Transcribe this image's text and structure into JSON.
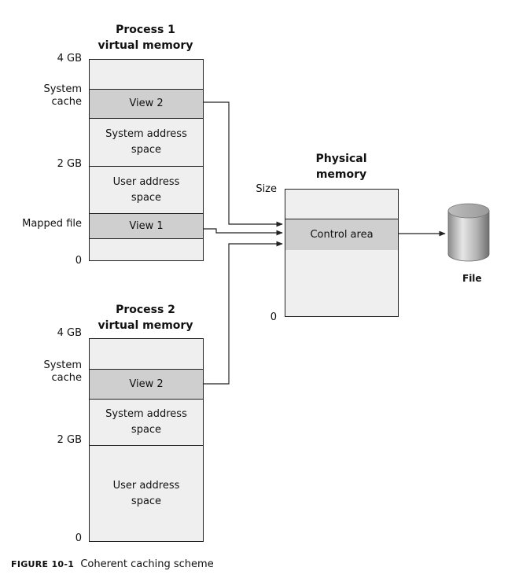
{
  "process1": {
    "title_line1": "Process 1",
    "title_line2": "virtual memory",
    "labels": {
      "gb4": "4 GB",
      "system_line1": "System",
      "system_line2": "cache",
      "gb2": "2 GB",
      "mapped_file": "Mapped file",
      "zero": "0"
    },
    "cells": {
      "top": "",
      "view2": "View 2",
      "sys_line1": "System address",
      "sys_line2": "space",
      "user_line1": "User address",
      "user_line2": "space",
      "view1": "View 1",
      "bottom": ""
    }
  },
  "process2": {
    "title_line1": "Process 2",
    "title_line2": "virtual memory",
    "labels": {
      "gb4": "4 GB",
      "system_line1": "System",
      "system_line2": "cache",
      "gb2": "2 GB",
      "zero": "0"
    },
    "cells": {
      "view2": "View 2",
      "sys_line1": "System address",
      "sys_line2": "space",
      "user_line1": "User address",
      "user_line2": "space"
    }
  },
  "physical": {
    "title_line1": "Physical",
    "title_line2": "memory",
    "size_label": "Size",
    "zero_label": "0",
    "control_area": "Control area"
  },
  "file": {
    "label": "File"
  },
  "caption": {
    "figure": "FIGURE 10-1",
    "text": "Coherent caching scheme"
  },
  "colors": {
    "box_fill": "#efefef",
    "highlight_fill": "#cfcfcf",
    "line": "#222222"
  }
}
